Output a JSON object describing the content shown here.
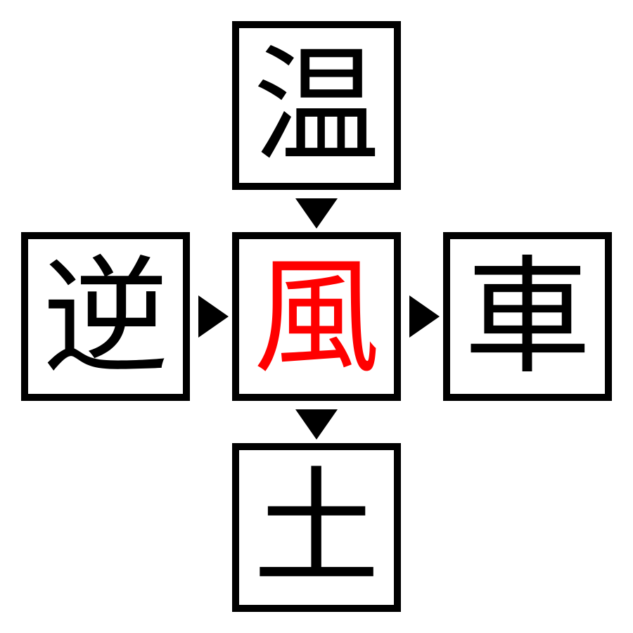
{
  "puzzle": {
    "cells": {
      "top": {
        "char": "温",
        "color": "#000000"
      },
      "left": {
        "char": "逆",
        "color": "#000000"
      },
      "center": {
        "char": "風",
        "color": "#ff0000"
      },
      "right": {
        "char": "車",
        "color": "#000000"
      },
      "bottom": {
        "char": "土",
        "color": "#000000"
      }
    },
    "arrows": [
      {
        "from": "top",
        "to": "center",
        "direction": "down"
      },
      {
        "from": "left",
        "to": "center",
        "direction": "right"
      },
      {
        "from": "center",
        "to": "right",
        "direction": "right"
      },
      {
        "from": "center",
        "to": "bottom",
        "direction": "down"
      }
    ],
    "words": [
      "温風",
      "逆風",
      "風車",
      "風土"
    ],
    "border_color": "#000000",
    "background_color": "#ffffff"
  }
}
